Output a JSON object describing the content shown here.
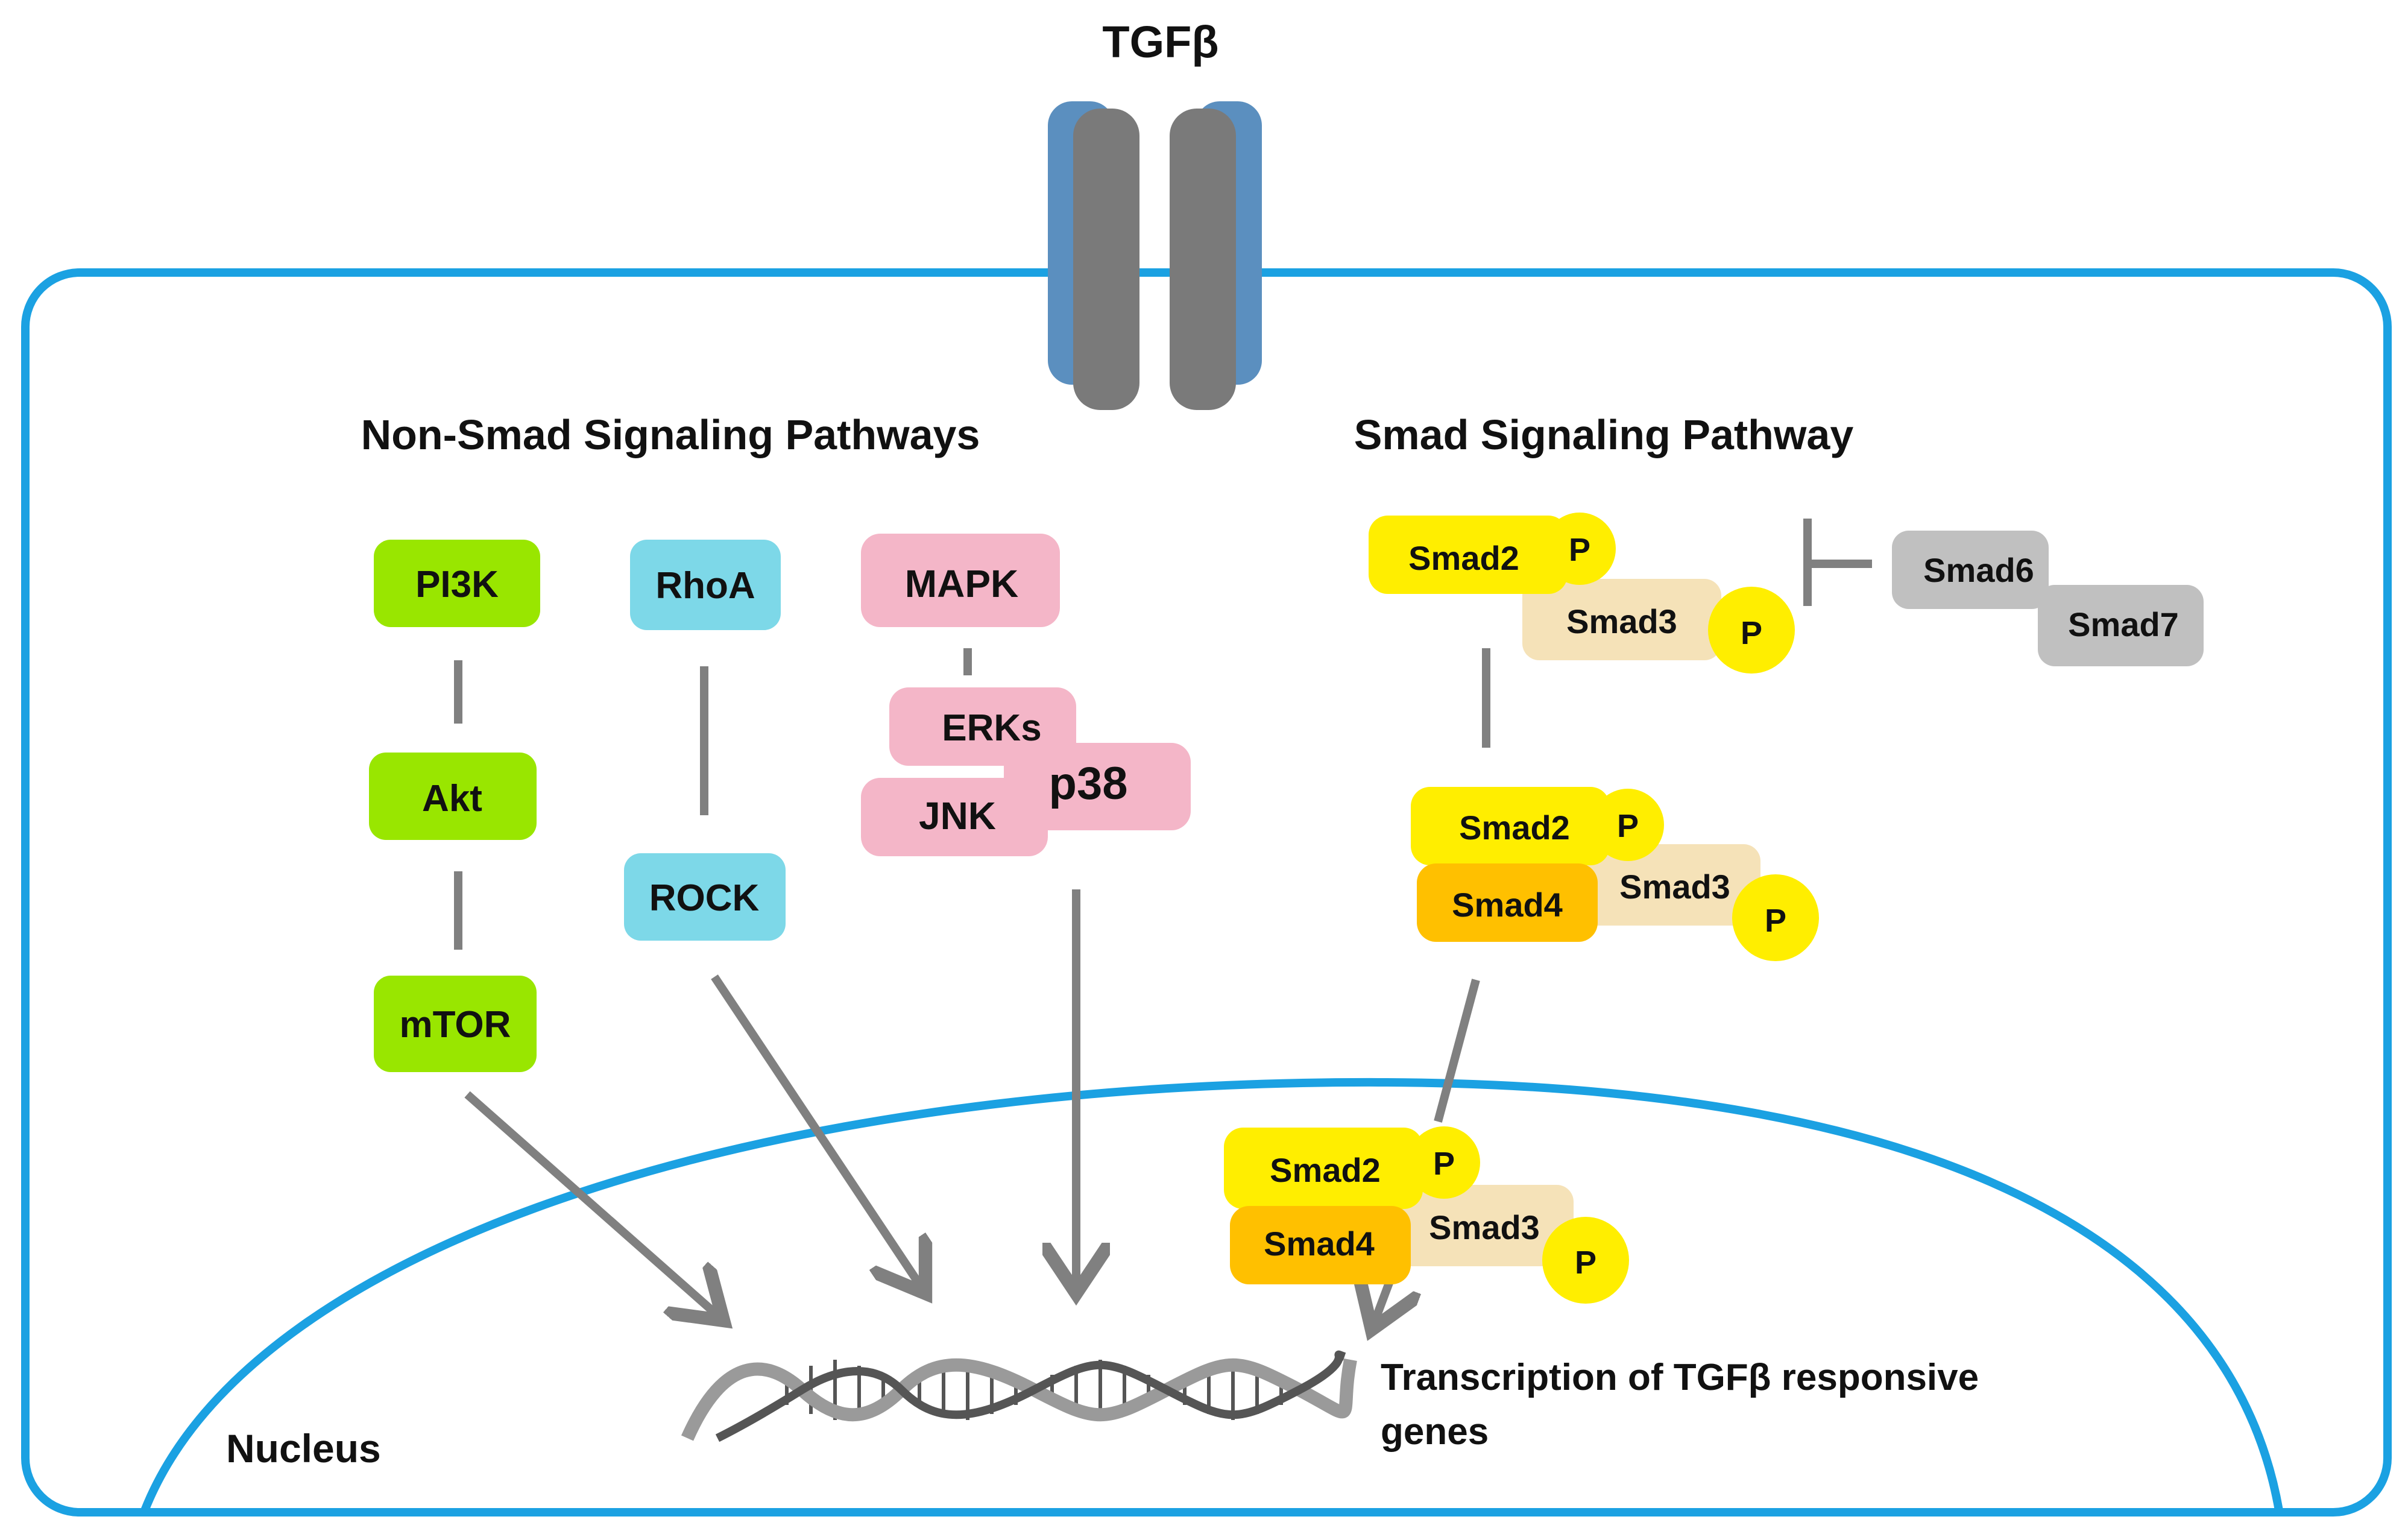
{
  "ligand": {
    "label": "TGFβ"
  },
  "sections": {
    "non_smad_title": "Non-Smad Signaling Pathways",
    "smad_title": "Smad Signaling Pathway"
  },
  "non_smad": {
    "pi3k_path": [
      "PI3K",
      "Akt",
      "mTOR"
    ],
    "rho_path": [
      "RhoA",
      "ROCK"
    ],
    "mapk_path": {
      "top": "MAPK",
      "erks": "ERKs",
      "p38": "p38",
      "jnk": "JNK"
    }
  },
  "smad": {
    "smad2": "Smad2",
    "smad3": "Smad3",
    "smad4": "Smad4",
    "phospho": "P",
    "inhibitors": [
      "Smad6",
      "Smad7"
    ]
  },
  "nucleus": {
    "label": "Nucleus",
    "transcription_line1": "Transcription of TGFβ responsive",
    "transcription_line2": "genes"
  },
  "colors": {
    "membrane": "#1ba1e2",
    "receptor_outer": "#5b8fbf",
    "receptor_inner": "#7a7a7a",
    "pi3k_green": "#99e600",
    "rho_blue": "#7dd8e8",
    "mapk_pink": "#f4b6c8",
    "smad2_yellow": "#ffee00",
    "smad3_tan": "#f5e2b8",
    "smad4_orange": "#ffc000",
    "inhibitor_gray": "#c0c0c0",
    "connector_gray": "#808080"
  }
}
